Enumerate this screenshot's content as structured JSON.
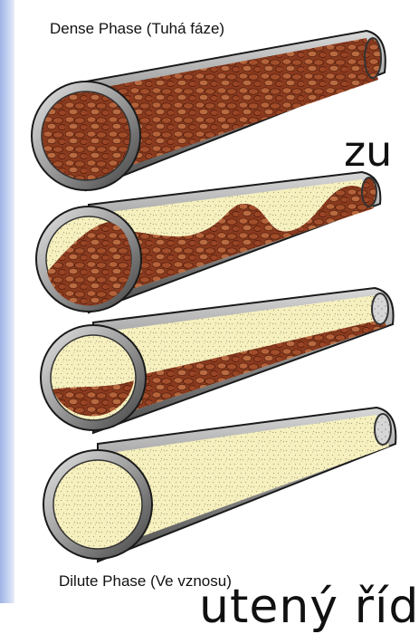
{
  "captions": {
    "top": "Dense Phase (Tuhá fáze)",
    "bottom": "Dilute Phase (Ve vznosu)"
  },
  "background_text": {
    "upper": "zu",
    "lower": "utený říd"
  },
  "pipes": [
    {
      "name": "dense-phase-pipe",
      "solids_fraction": 1.0,
      "pattern": "full"
    },
    {
      "name": "dune-flow-pipe",
      "solids_fraction": 0.65,
      "pattern": "dunes"
    },
    {
      "name": "strand-flow-pipe",
      "solids_fraction": 0.25,
      "pattern": "strand"
    },
    {
      "name": "dilute-phase-pipe",
      "solids_fraction": 0.0,
      "pattern": "suspension"
    }
  ],
  "colors": {
    "solids": "#8a3a1e",
    "solids_highlight": "#b5623a",
    "gas_suspension": "#f6f0bf",
    "pipe_wall": "#5a5a5a",
    "pipe_wall_light": "#c9c9c9"
  }
}
